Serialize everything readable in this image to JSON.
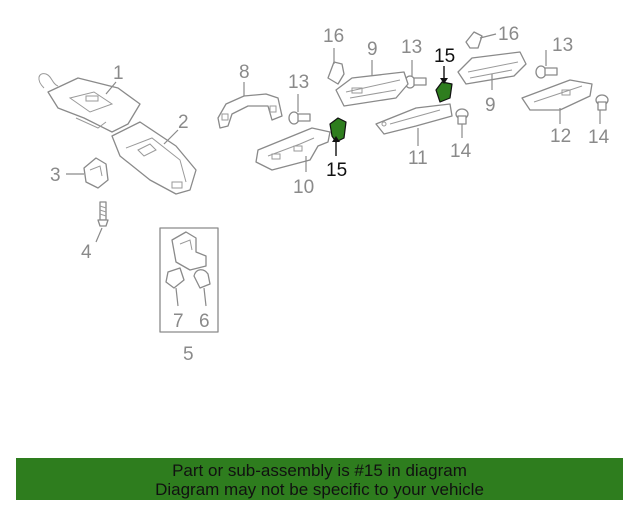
{
  "diagram": {
    "callouts": [
      {
        "id": "c1",
        "text": "1",
        "highlighted": false
      },
      {
        "id": "c2",
        "text": "2",
        "highlighted": false
      },
      {
        "id": "c3",
        "text": "3",
        "highlighted": false
      },
      {
        "id": "c4",
        "text": "4",
        "highlighted": false
      },
      {
        "id": "c5",
        "text": "5",
        "highlighted": false
      },
      {
        "id": "c6",
        "text": "6",
        "highlighted": false
      },
      {
        "id": "c7",
        "text": "7",
        "highlighted": false
      },
      {
        "id": "c8",
        "text": "8",
        "highlighted": false
      },
      {
        "id": "c9a",
        "text": "9",
        "highlighted": false
      },
      {
        "id": "c9b",
        "text": "9",
        "highlighted": false
      },
      {
        "id": "c10",
        "text": "10",
        "highlighted": false
      },
      {
        "id": "c11",
        "text": "11",
        "highlighted": false
      },
      {
        "id": "c12",
        "text": "12",
        "highlighted": false
      },
      {
        "id": "c13a",
        "text": "13",
        "highlighted": false
      },
      {
        "id": "c13b",
        "text": "13",
        "highlighted": false
      },
      {
        "id": "c13c",
        "text": "13",
        "highlighted": false
      },
      {
        "id": "c14a",
        "text": "14",
        "highlighted": false
      },
      {
        "id": "c14b",
        "text": "14",
        "highlighted": false
      },
      {
        "id": "c15a",
        "text": "15",
        "highlighted": true
      },
      {
        "id": "c15b",
        "text": "15",
        "highlighted": true
      },
      {
        "id": "c16a",
        "text": "16",
        "highlighted": false
      },
      {
        "id": "c16b",
        "text": "16",
        "highlighted": false
      }
    ]
  },
  "banner": {
    "line1": "Part or sub-assembly is #15 in diagram",
    "line2": "Diagram may not be specific to your vehicle"
  },
  "colors": {
    "highlight": "#2e7d1e",
    "part_stroke": "#8a8a8a",
    "highlight_text": "#111111"
  }
}
